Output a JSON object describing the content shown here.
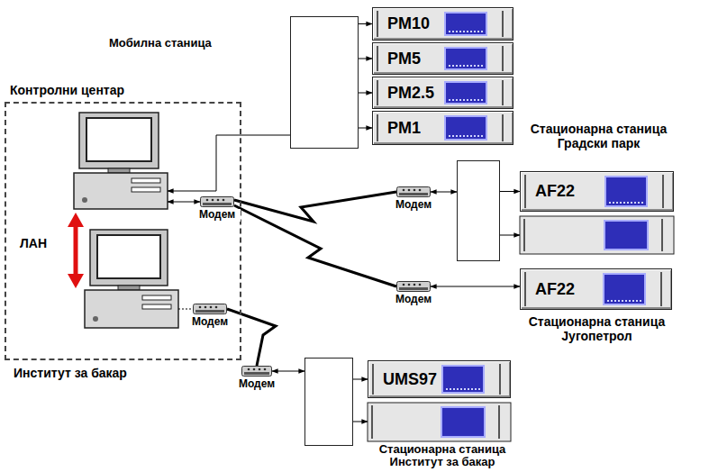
{
  "diagram": {
    "nodes": [
      {
        "text": [
          "Контролни центар",
          "Институт за бакар"
        ]
      },
      {
        "text": [
          "Модем"
        ],
        "in": 0
      },
      {
        "text": [
          "Модем"
        ],
        "in": 0
      },
      {
        "text": [
          "Мобилна станица"
        ]
      },
      {
        "text": [
          "PM10"
        ]
      },
      {
        "text": [
          "PM5"
        ]
      },
      {
        "text": [
          "PM2.5"
        ]
      },
      {
        "text": [
          "PM1"
        ]
      },
      {
        "text": [
          "Модем"
        ]
      },
      {
        "text": [
          "Стационарна станица Градски парк"
        ]
      },
      {
        "text": [
          "AF22"
        ]
      },
      {
        "text": [
          "Модем"
        ]
      },
      {
        "text": [
          "AF22",
          "Стационарна станица Југопетрол"
        ]
      },
      {
        "text": [
          "Модем"
        ]
      },
      {
        "text": [
          "Стационарна станица Институт за бакар"
        ]
      },
      {
        "text": [
          "UMS97"
        ]
      }
    ],
    "edges": [
      {
        "from": 3,
        "to": 0,
        "arrow": "to"
      },
      {
        "from": 3,
        "to": 4,
        "arrow": "to"
      },
      {
        "from": 3,
        "to": 5,
        "arrow": "to"
      },
      {
        "from": 3,
        "to": 6,
        "arrow": "to"
      },
      {
        "from": 3,
        "to": 7,
        "arrow": "to"
      },
      {
        "from": 0,
        "to": 1,
        "arrow": "both"
      },
      {
        "from": 1,
        "to": 8,
        "arrow": "none"
      },
      {
        "from": 8,
        "to": 9,
        "arrow": "both"
      },
      {
        "from": 9,
        "to": 10,
        "arrow": "to"
      },
      {
        "from": 1,
        "to": 11,
        "arrow": "none"
      },
      {
        "from": 11,
        "to": 12,
        "arrow": "both"
      },
      {
        "from": 0,
        "to": 2,
        "arrow": "none"
      },
      {
        "from": 2,
        "to": 13,
        "arrow": "none"
      },
      {
        "from": 13,
        "to": 14,
        "arrow": "both"
      },
      {
        "from": 14,
        "to": 15,
        "arrow": "to"
      }
    ],
    "labels": [
      "ЛАН"
    ]
  }
}
